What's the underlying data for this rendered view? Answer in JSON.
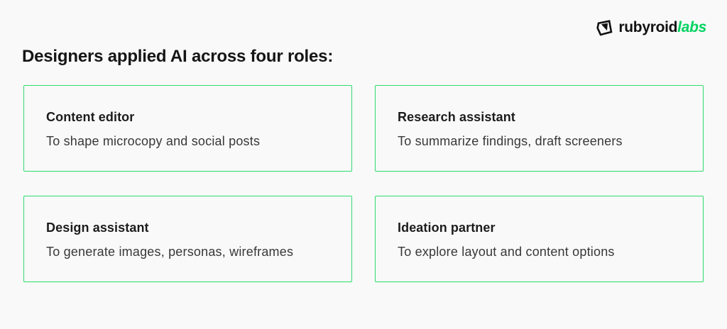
{
  "page": {
    "background": "#f9f9f9"
  },
  "logo": {
    "brand_black": "rubyroid",
    "brand_green": "labs",
    "icon": "gem-icon",
    "green_hex": "#00d35f",
    "black_hex": "#111111"
  },
  "header": {
    "title": "Designers applied AI across four roles:"
  },
  "cards": [
    {
      "title": "Content editor",
      "description": "To shape microcopy and social posts"
    },
    {
      "title": "Research assistant",
      "description": "To summarize findings, draft screeners"
    },
    {
      "title": "Design assistant",
      "description": "To generate images, personas, wireframes"
    },
    {
      "title": "Ideation partner",
      "description": "To explore layout and content options"
    }
  ],
  "colors": {
    "card_border": "#2edc6e",
    "card_title": "#1c1c1c",
    "card_description": "#383838"
  }
}
